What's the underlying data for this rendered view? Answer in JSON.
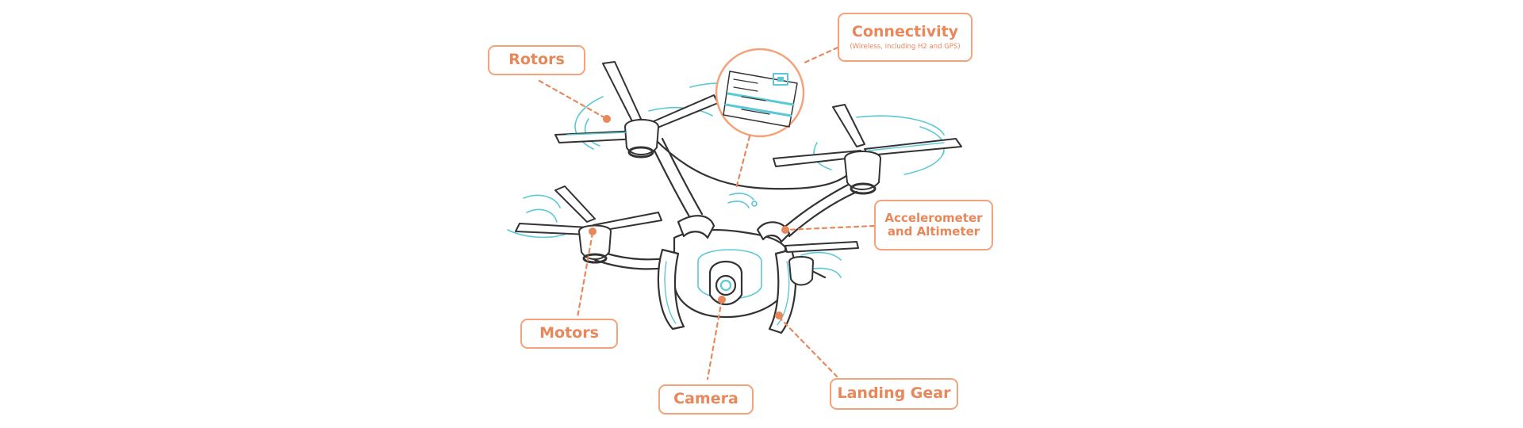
{
  "labels": {
    "rotors": "Rotors",
    "connectivity": "Connectivity",
    "connectivity_sub": "(Wireless, including H2 and GPS)",
    "accel_line1": "Accelerometer",
    "accel_line2": "and Altimeter",
    "motors": "Motors",
    "camera": "Camera",
    "landing_gear": "Landing Gear"
  },
  "colors": {
    "accent": "#e8875a",
    "border": "#f4a27a",
    "motion": "#5bc8d6",
    "line": "#333333"
  }
}
